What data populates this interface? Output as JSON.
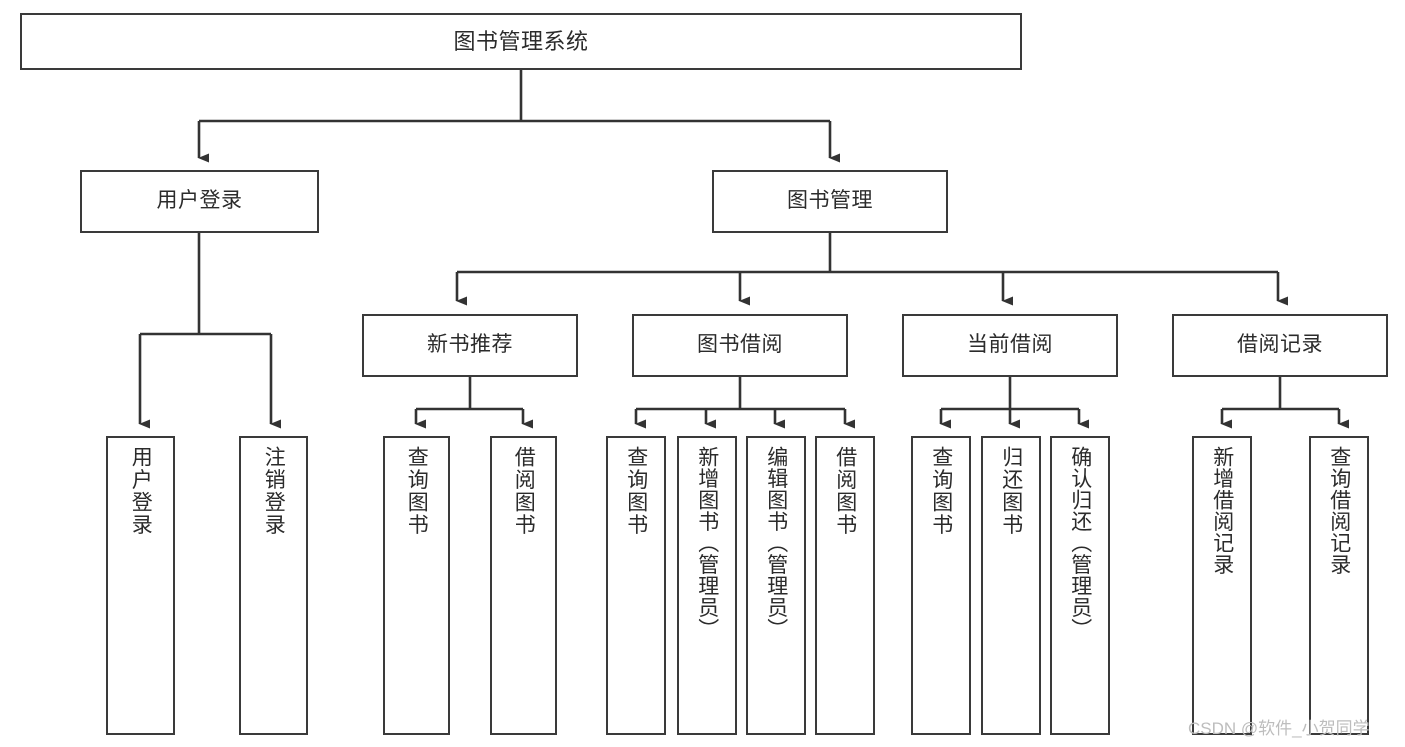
{
  "diagram": {
    "title": "图书管理系统",
    "type": "hierarchy-tree",
    "levels": 4,
    "nodes": {
      "root": {
        "label": "图书管理系统"
      },
      "level2": [
        {
          "id": "user-login",
          "label": "用户登录"
        },
        {
          "id": "book-management",
          "label": "图书管理"
        }
      ],
      "level3": [
        {
          "id": "new-book-recommend",
          "label": "新书推荐"
        },
        {
          "id": "book-borrow",
          "label": "图书借阅"
        },
        {
          "id": "current-borrow",
          "label": "当前借阅"
        },
        {
          "id": "borrow-record",
          "label": "借阅记录"
        }
      ],
      "leaves": {
        "user-login": [
          {
            "id": "leaf-user-login",
            "label": "用户登录"
          },
          {
            "id": "leaf-logout-login",
            "label": "注销登录"
          }
        ],
        "new-book-recommend": [
          {
            "id": "leaf-query-book-1",
            "label": "查询图书"
          },
          {
            "id": "leaf-borrow-book-1",
            "label": "借阅图书"
          }
        ],
        "book-borrow": [
          {
            "id": "leaf-query-book-2",
            "label": "查询图书"
          },
          {
            "id": "leaf-add-book",
            "label": "新增图书（管理员）"
          },
          {
            "id": "leaf-edit-book",
            "label": "编辑图书（管理员）"
          },
          {
            "id": "leaf-borrow-book-2",
            "label": "借阅图书"
          }
        ],
        "current-borrow": [
          {
            "id": "leaf-query-book-3",
            "label": "查询图书"
          },
          {
            "id": "leaf-return-book",
            "label": "归还图书"
          },
          {
            "id": "leaf-confirm-return",
            "label": "确认归还（管理员）"
          }
        ],
        "borrow-record": [
          {
            "id": "leaf-add-record",
            "label": "新增借阅记录"
          },
          {
            "id": "leaf-query-record",
            "label": "查询借阅记录"
          }
        ]
      }
    },
    "colors": {
      "box_border": "#3a3a3a",
      "box_fill": "#ffffff",
      "connector": "#333333",
      "text": "#2b2b2b",
      "watermark": "#bdbdbd",
      "canvas": "#ffffff"
    }
  },
  "watermark": {
    "text": "CSDN @软件_小贺同学"
  }
}
